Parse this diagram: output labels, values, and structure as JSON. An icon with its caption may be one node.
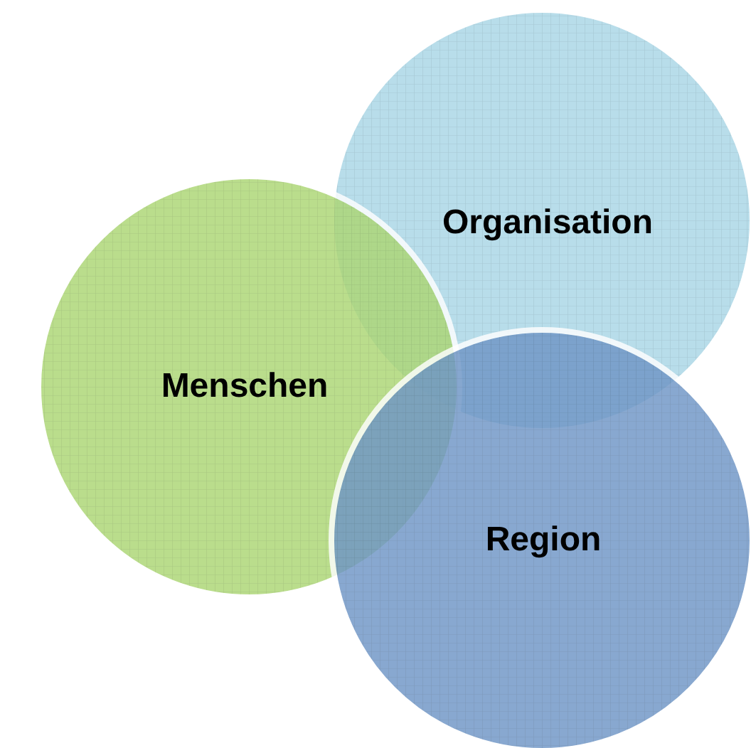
{
  "diagram": {
    "nodes": [
      {
        "text": [
          "Organisation"
        ]
      },
      {
        "text": [
          "Menschen"
        ]
      },
      {
        "text": [
          "Region"
        ]
      }
    ]
  }
}
